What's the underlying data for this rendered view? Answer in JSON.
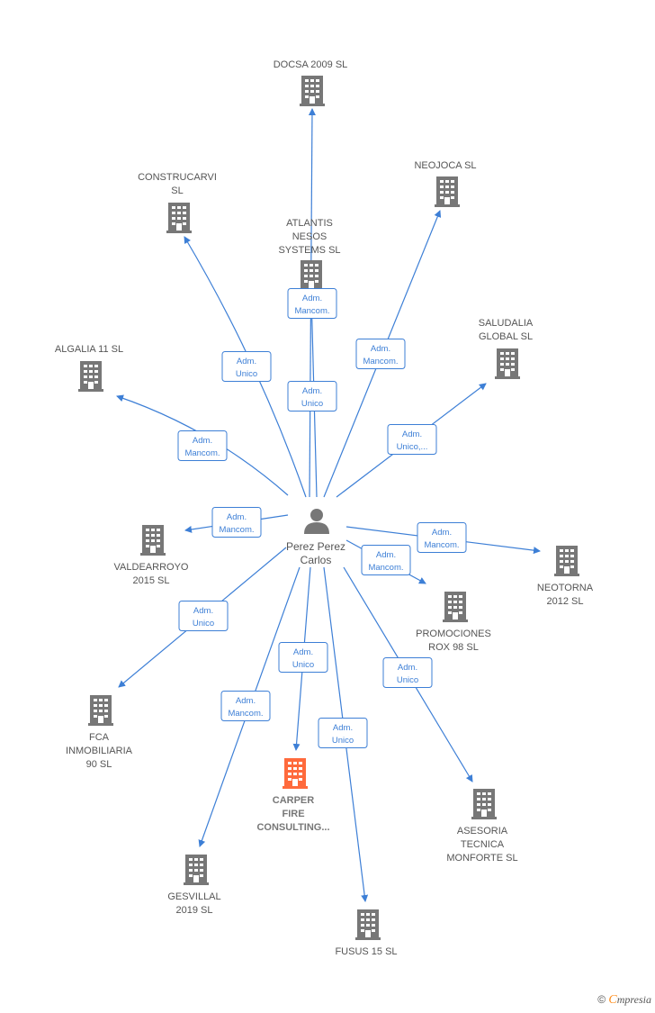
{
  "center": {
    "lines": [
      "Perez Perez",
      "Carlos"
    ],
    "icon": "person-icon"
  },
  "colors": {
    "edge": "#3d7fd6",
    "building": "#777777",
    "highlight": "#ff6a3c"
  },
  "nodes": [
    {
      "id": "docsa",
      "lines": [
        "DOCSA 2009 SL"
      ],
      "role": [
        "Adm.",
        "Mancom."
      ]
    },
    {
      "id": "construcarvi",
      "lines": [
        "CONSTRUCARVI",
        "SL"
      ],
      "role": [
        "Adm.",
        "Unico"
      ]
    },
    {
      "id": "atlantis",
      "lines": [
        "ATLANTIS",
        "NESOS",
        "SYSTEMS  SL"
      ],
      "role": [
        "Adm.",
        "Unico"
      ]
    },
    {
      "id": "neojoca",
      "lines": [
        "NEOJOCA  SL"
      ],
      "role": [
        "Adm.",
        "Mancom."
      ]
    },
    {
      "id": "saludalia",
      "lines": [
        "SALUDALIA",
        "GLOBAL  SL"
      ],
      "role": [
        "Adm.",
        "Unico,..."
      ]
    },
    {
      "id": "algalia",
      "lines": [
        "ALGALIA 11  SL"
      ],
      "role": [
        "Adm.",
        "Mancom."
      ]
    },
    {
      "id": "valdearroyo",
      "lines": [
        "VALDEARROYO",
        "2015  SL"
      ],
      "role": [
        "Adm.",
        "Mancom."
      ]
    },
    {
      "id": "neotorna",
      "lines": [
        "NEOTORNA",
        "2012 SL"
      ],
      "role": [
        "Adm.",
        "Mancom."
      ]
    },
    {
      "id": "promociones",
      "lines": [
        "PROMOCIONES",
        "ROX 98  SL"
      ],
      "role": [
        "Adm.",
        "Mancom."
      ]
    },
    {
      "id": "fca",
      "lines": [
        "FCA",
        "INMOBILIARIA",
        "90  SL"
      ],
      "role": [
        "Adm.",
        "Unico"
      ]
    },
    {
      "id": "carper",
      "lines": [
        "CARPER",
        "FIRE",
        "CONSULTING..."
      ],
      "role": [
        "Adm.",
        "Unico"
      ],
      "highlight": true
    },
    {
      "id": "asesoria",
      "lines": [
        "ASESORIA",
        "TECNICA",
        "MONFORTE SL"
      ],
      "role": [
        "Adm.",
        "Unico"
      ]
    },
    {
      "id": "gesvillal",
      "lines": [
        "GESVILLAL",
        "2019  SL"
      ],
      "role": [
        "Adm.",
        "Mancom."
      ]
    },
    {
      "id": "fusus",
      "lines": [
        "FUSUS 15  SL"
      ],
      "role": [
        "Adm.",
        "Unico"
      ]
    }
  ],
  "footer": {
    "copyright": "©",
    "brand_initial": "C",
    "brand_rest": "mpresia"
  }
}
